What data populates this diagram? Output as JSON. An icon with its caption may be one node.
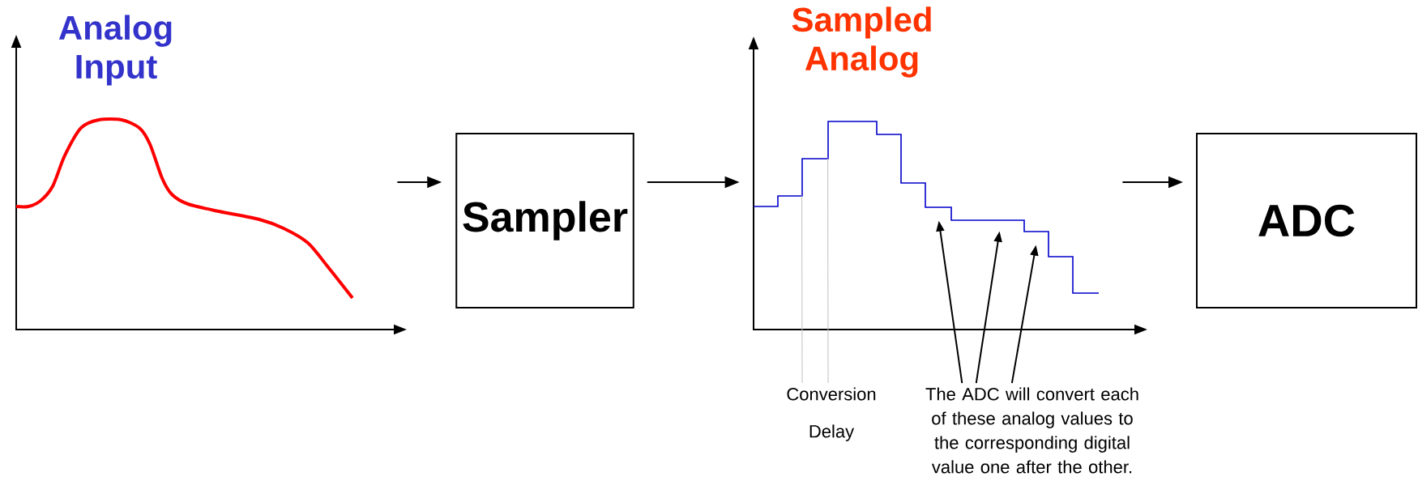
{
  "diagram": {
    "nodes": [
      {
        "text": [
          "Analog Input"
        ]
      },
      {
        "text": [
          "Sampler"
        ]
      },
      {
        "text": [
          "Sampled Analog"
        ]
      },
      {
        "text": [
          "ADC"
        ]
      },
      {
        "text": [
          "Conversion Delay"
        ]
      },
      {
        "text": [
          "The ADC will convert each of these analog values to the corresponding digital value one after the other."
        ]
      }
    ],
    "edges": [
      {
        "from": 0,
        "to": 1,
        "arrow": "to"
      },
      {
        "from": 1,
        "to": 2,
        "arrow": "to"
      },
      {
        "from": 2,
        "to": 3,
        "arrow": "to"
      },
      {
        "from": 4,
        "to": 2,
        "arrow": "none",
        "color": "#c0c0c0"
      },
      {
        "from": 4,
        "to": 2,
        "arrow": "none",
        "color": "#c0c0c0"
      },
      {
        "from": 5,
        "to": 2,
        "arrow": "to"
      },
      {
        "from": 5,
        "to": 2,
        "arrow": "to"
      },
      {
        "from": 5,
        "to": 2,
        "arrow": "to"
      }
    ]
  }
}
